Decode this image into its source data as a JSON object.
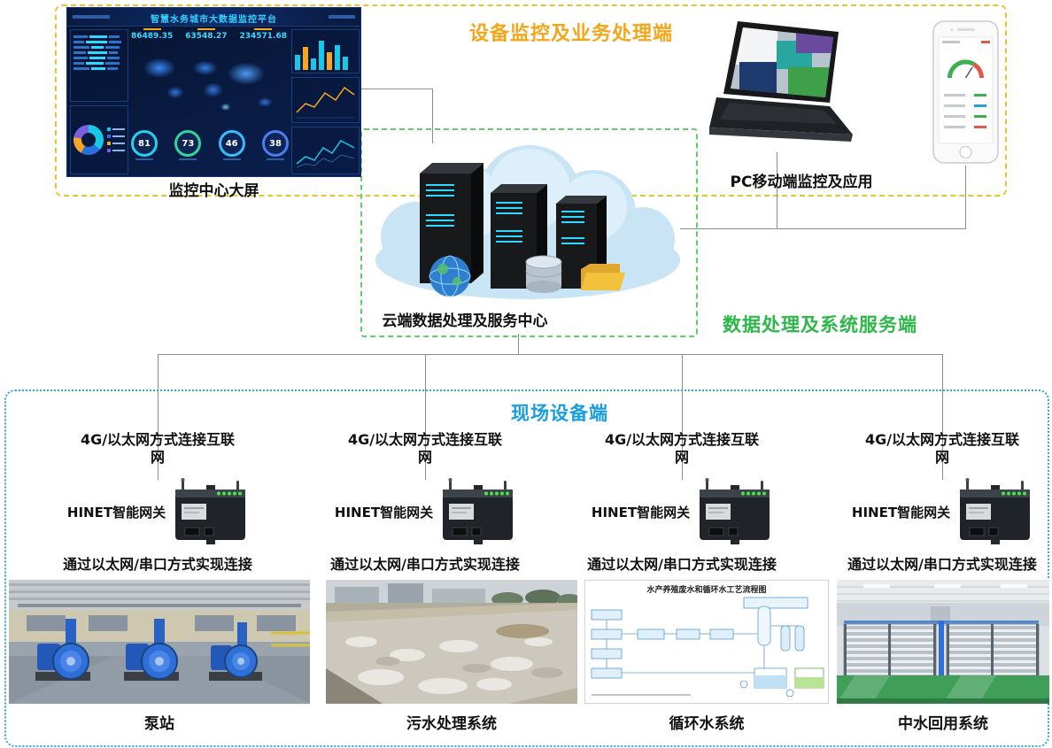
{
  "zones": {
    "top_label": "设备监控及业务处理端",
    "cloud_label": "数据处理及系统服务端",
    "field_label": "现场设备端"
  },
  "captions": {
    "monitor": "监控中心大屏",
    "pc_mobile": "PC移动端监控及应用",
    "cloud": "云端数据处理及服务中心"
  },
  "dashboard": {
    "title": "智慧水务城市大数据监控平台",
    "stats": [
      "86489.35",
      "63548.27",
      "234571.68"
    ],
    "gauges": [
      "81",
      "73",
      "46",
      "38"
    ]
  },
  "flow_diagram_title": "水产养殖废水和循环水工艺流程图",
  "columns": [
    {
      "net_label": "4G/以太网方式连接互联网",
      "gateway_label": "HINET智能网关",
      "conn_label": "通过以太网/串口方式实现连接",
      "site_label": "泵站"
    },
    {
      "net_label": "4G/以太网方式连接互联网",
      "gateway_label": "HINET智能网关",
      "conn_label": "通过以太网/串口方式实现连接",
      "site_label": "污水处理系统"
    },
    {
      "net_label": "4G/以太网方式连接互联网",
      "gateway_label": "HINET智能网关",
      "conn_label": "通过以太网/串口方式实现连接",
      "site_label": "循环水系统"
    },
    {
      "net_label": "4G/以太网方式连接互联网",
      "gateway_label": "HINET智能网关",
      "conn_label": "通过以太网/串口方式实现连接",
      "site_label": "中水回用系统"
    }
  ],
  "colors": {
    "top_zone_border": "#e6c52e",
    "top_zone_text": "#f2a71b",
    "cloud_zone_border": "#5ed066",
    "cloud_zone_text": "#2eb84a",
    "field_zone_border": "#2aa8e0",
    "field_zone_text": "#189de0",
    "connector_line": "#8c8c8c"
  }
}
